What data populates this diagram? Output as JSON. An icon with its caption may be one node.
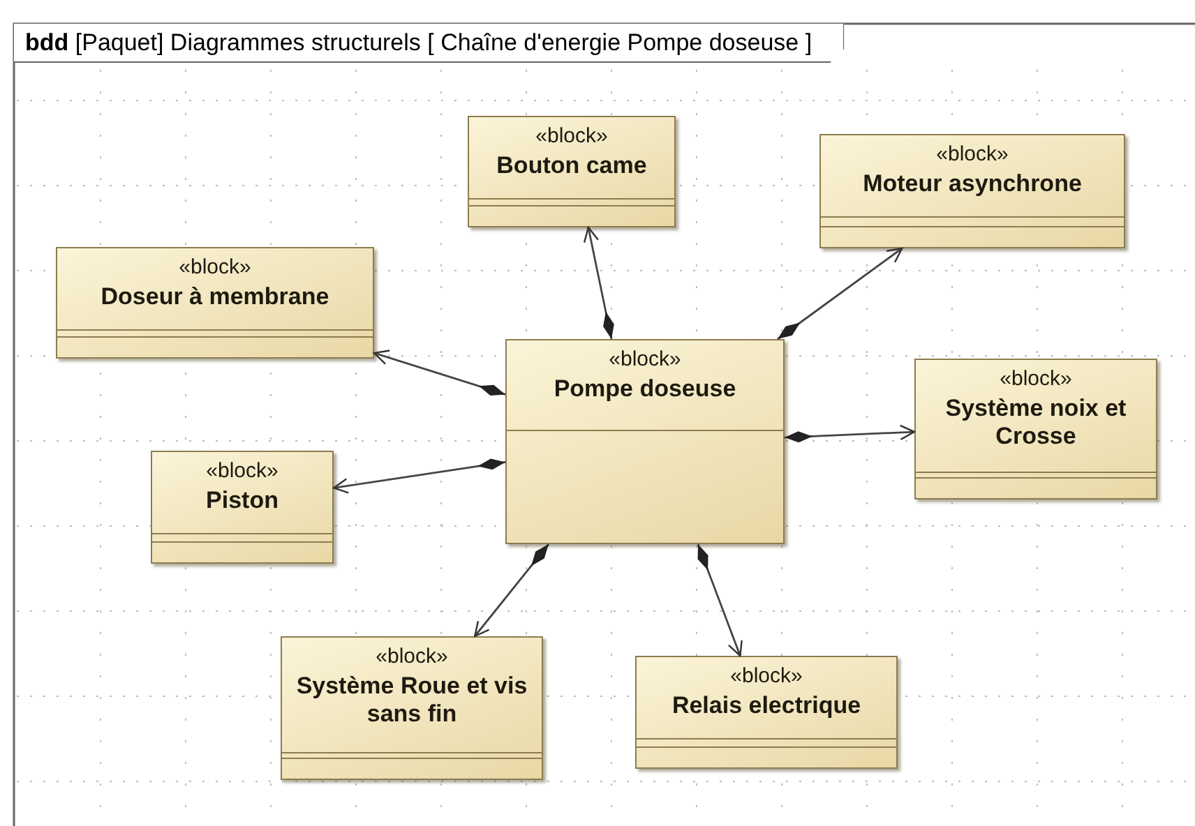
{
  "diagram": {
    "title": "**bdd** [Paquet] Diagrammes structurels [ Chaîne d'energie Pompe doseuse ]",
    "nodes": [
      {
        "text": [
          "«block»",
          "Pompe doseuse"
        ]
      },
      {
        "text": [
          "«block»",
          "Bouton came"
        ]
      },
      {
        "text": [
          "«block»",
          "Moteur asynchrone"
        ]
      },
      {
        "text": [
          "«block»",
          "Doseur à membrane"
        ]
      },
      {
        "text": [
          "«block»",
          "Système noix et Crosse"
        ]
      },
      {
        "text": [
          "«block»",
          "Piston"
        ]
      },
      {
        "text": [
          "«block»",
          "Système Roue et vis sans fin"
        ]
      },
      {
        "text": [
          "«block»",
          "Relais electrique"
        ]
      }
    ],
    "edges": [
      {
        "from": 0,
        "to": 1,
        "arrow": "to"
      },
      {
        "from": 0,
        "to": 2,
        "arrow": "to"
      },
      {
        "from": 0,
        "to": 3,
        "arrow": "to"
      },
      {
        "from": 0,
        "to": 4,
        "arrow": "to"
      },
      {
        "from": 0,
        "to": 5,
        "arrow": "to"
      },
      {
        "from": 0,
        "to": 6,
        "arrow": "to"
      },
      {
        "from": 0,
        "to": 7,
        "arrow": "to"
      }
    ]
  }
}
